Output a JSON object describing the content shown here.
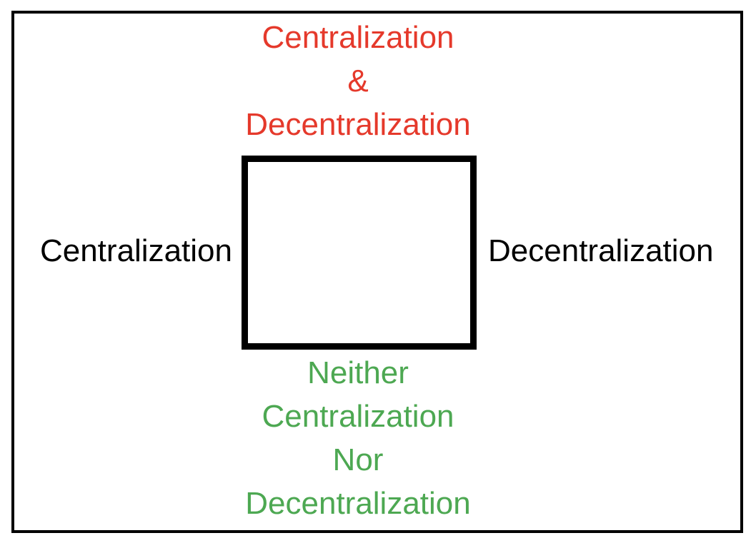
{
  "labels": {
    "top": {
      "lines": [
        "Centralization",
        "&",
        "Decentralization"
      ],
      "color": "#E5392B"
    },
    "left": {
      "text": "Centralization",
      "color": "#000000"
    },
    "right": {
      "text": "Decentralization",
      "color": "#000000"
    },
    "bottom": {
      "lines": [
        "Neither",
        "Centralization",
        "Nor",
        "Decentralization"
      ],
      "color": "#4DA852"
    }
  },
  "shapes": {
    "background": "#FFFFFF",
    "frame_border_color": "#000000",
    "square_border_color": "#000000"
  }
}
